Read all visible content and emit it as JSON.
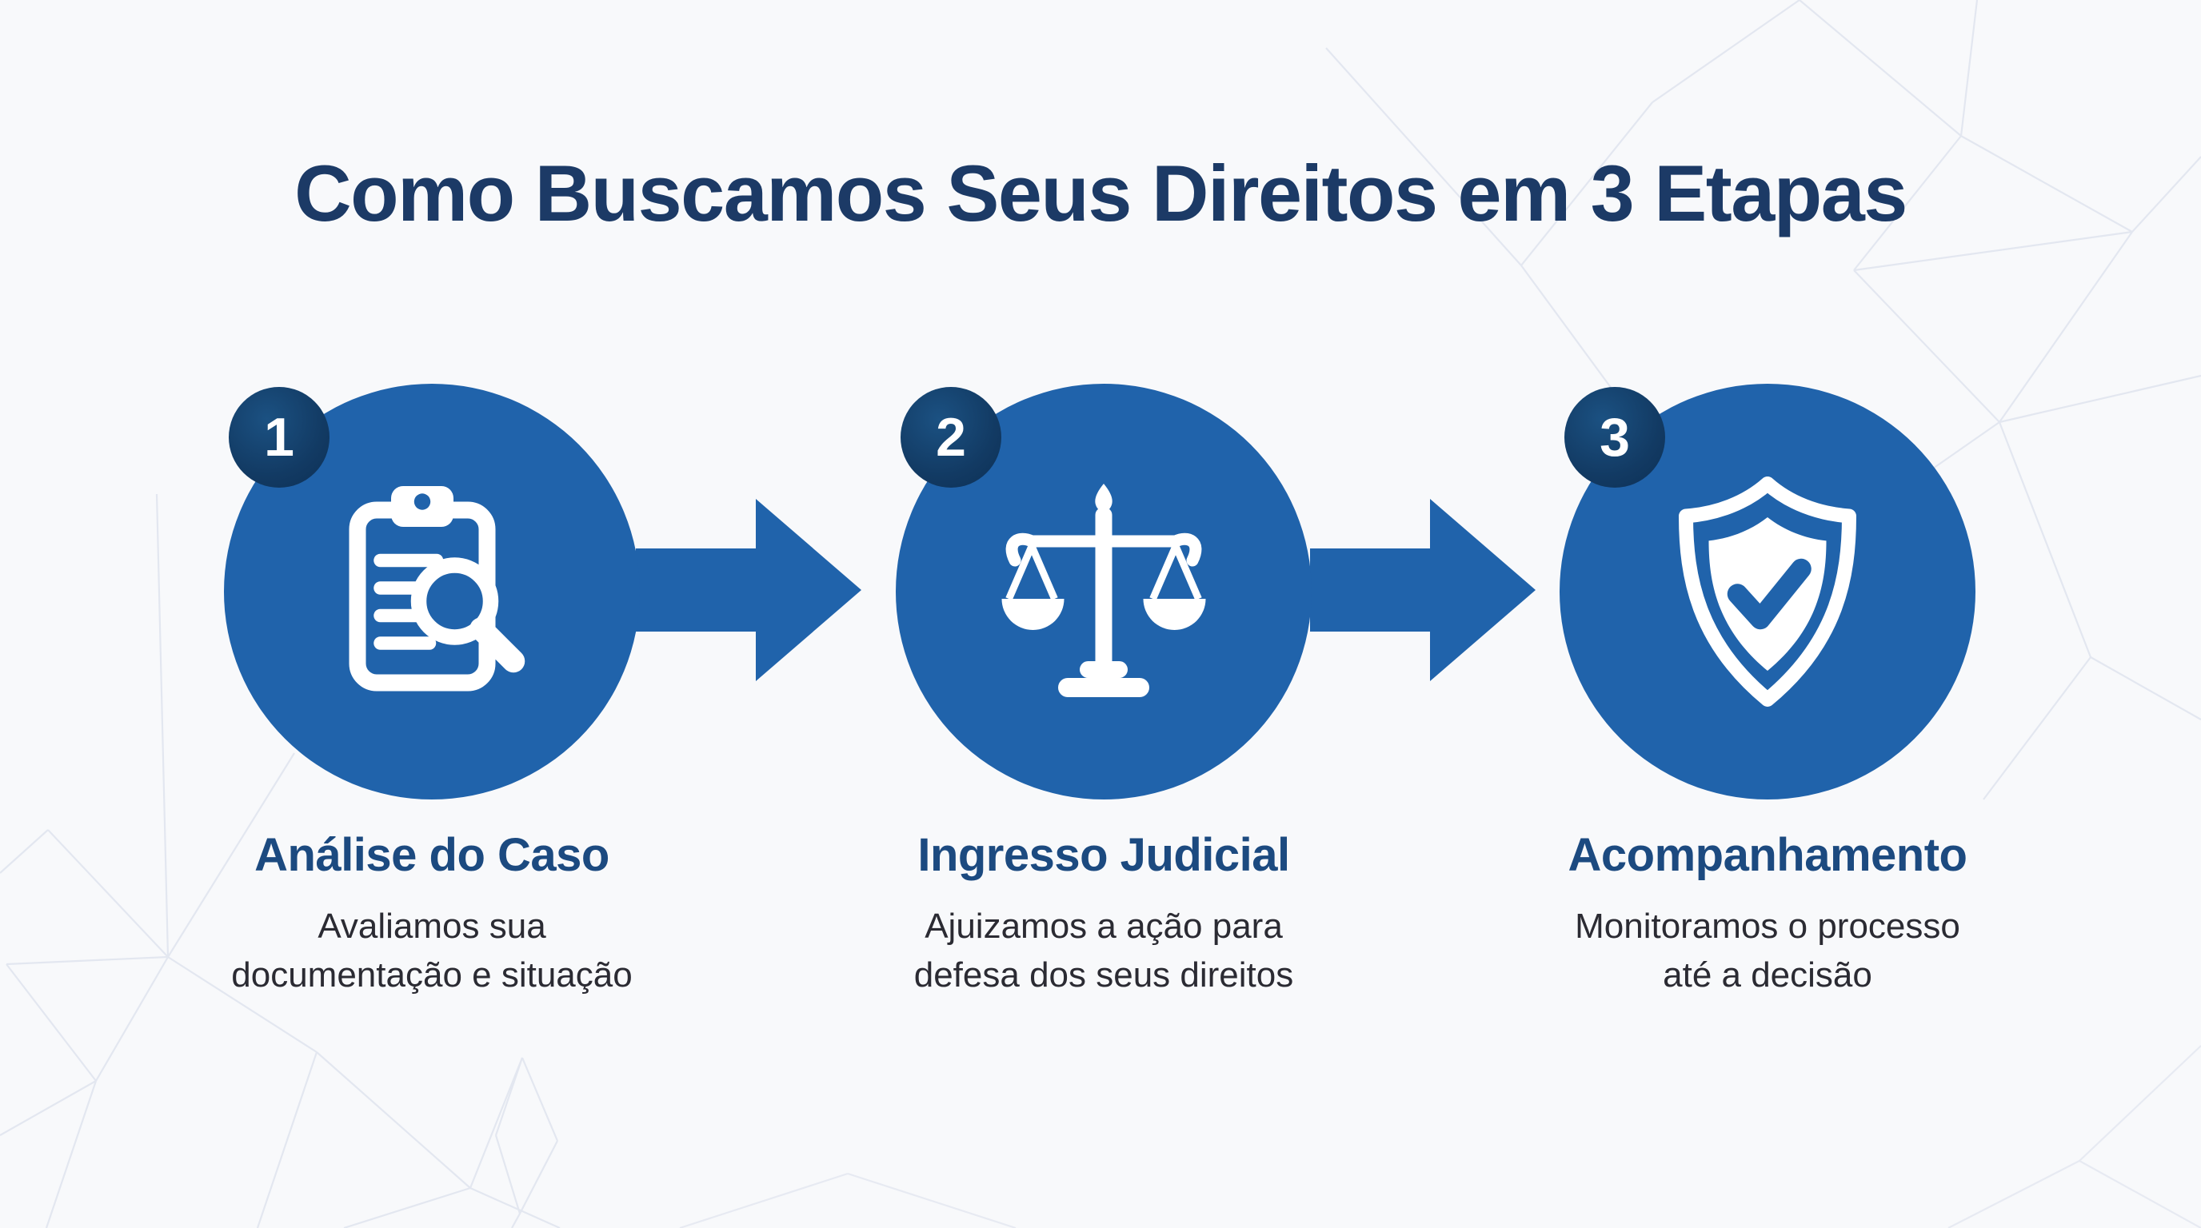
{
  "page": {
    "title": "Como Buscamos Seus Direitos em 3 Etapas"
  },
  "steps": [
    {
      "number": "1",
      "title": "Análise do Caso",
      "description_line1": "Avaliamos sua",
      "description_line2": "documentação e situação",
      "icon": "clipboard-search"
    },
    {
      "number": "2",
      "title": "Ingresso Judicial",
      "description_line1": "Ajuizamos a ação para",
      "description_line2": "defesa dos seus direitos",
      "icon": "scales-of-justice"
    },
    {
      "number": "3",
      "title": "Acompanhamento",
      "description_line1": "Monitoramos o processo",
      "description_line2": "até a decisão",
      "icon": "shield-check"
    }
  ],
  "colors": {
    "accent_blue": "#2063AB",
    "badge_navy": "#123A63",
    "badge_navy_light": "#1B5182",
    "title_navy": "#1C3A66",
    "step_title_navy": "#1C4A80",
    "text_dark": "#2B2B33",
    "background": "#F8F9FB",
    "mesh_line": "#DCE1ED"
  }
}
